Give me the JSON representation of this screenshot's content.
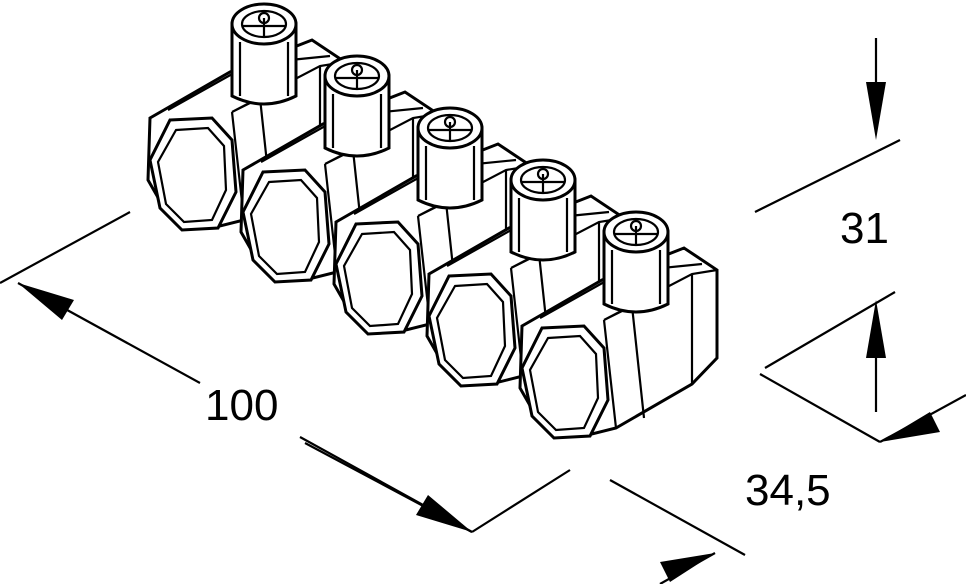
{
  "drawing": {
    "type": "isometric terminal block drawing",
    "block_count": 5,
    "colors": {
      "ink": "#000000",
      "paper": "#ffffff"
    }
  },
  "dimensions": {
    "length": "100",
    "height": "31",
    "depth": "34,5"
  }
}
